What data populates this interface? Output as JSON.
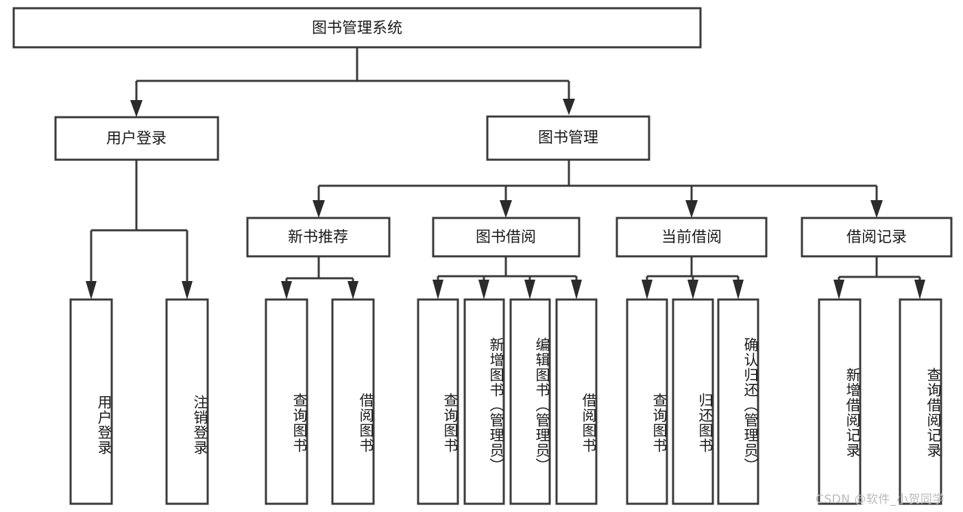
{
  "diagram": {
    "type": "tree",
    "title_node": {
      "label": "图书管理系统"
    },
    "level2": [
      {
        "id": "user-login",
        "label": "用户登录"
      },
      {
        "id": "book-management",
        "label": "图书管理"
      }
    ],
    "level3": [
      {
        "id": "new-book-recommend",
        "label": "新书推荐",
        "parent": "book-management"
      },
      {
        "id": "book-borrow",
        "label": "图书借阅",
        "parent": "book-management"
      },
      {
        "id": "current-borrow",
        "label": "当前借阅",
        "parent": "book-management"
      },
      {
        "id": "borrow-record",
        "label": "借阅记录",
        "parent": "book-management"
      }
    ],
    "leaves": {
      "user-login": [
        {
          "id": "leaf-user-login",
          "label": "用户登录"
        },
        {
          "id": "leaf-logout-login",
          "label": "注销登录"
        }
      ],
      "new-book-recommend": [
        {
          "id": "leaf-query-book-1",
          "label": "查询图书"
        },
        {
          "id": "leaf-borrow-book-1",
          "label": "借阅图书"
        }
      ],
      "book-borrow": [
        {
          "id": "leaf-query-book-2",
          "label": "查询图书"
        },
        {
          "id": "leaf-add-book",
          "label": "新增图书（管理员）"
        },
        {
          "id": "leaf-edit-book",
          "label": "编辑图书（管理员）"
        },
        {
          "id": "leaf-borrow-book-2",
          "label": "借阅图书"
        }
      ],
      "current-borrow": [
        {
          "id": "leaf-query-book-3",
          "label": "查询图书"
        },
        {
          "id": "leaf-return-book",
          "label": "归还图书"
        },
        {
          "id": "leaf-confirm-return",
          "label": "确认归还（管理员）"
        }
      ],
      "borrow-record": [
        {
          "id": "leaf-add-record",
          "label": "新增借阅记录"
        },
        {
          "id": "leaf-query-record",
          "label": "查询借阅记录"
        }
      ]
    }
  },
  "watermark": {
    "text": "CSDN @软件_小贺同学"
  },
  "colors": {
    "box_border": "#3a3a3a",
    "connector": "#3a3a3a",
    "text": "#1a1a1a",
    "background": "#ffffff",
    "watermark": "#b9b9b9"
  }
}
